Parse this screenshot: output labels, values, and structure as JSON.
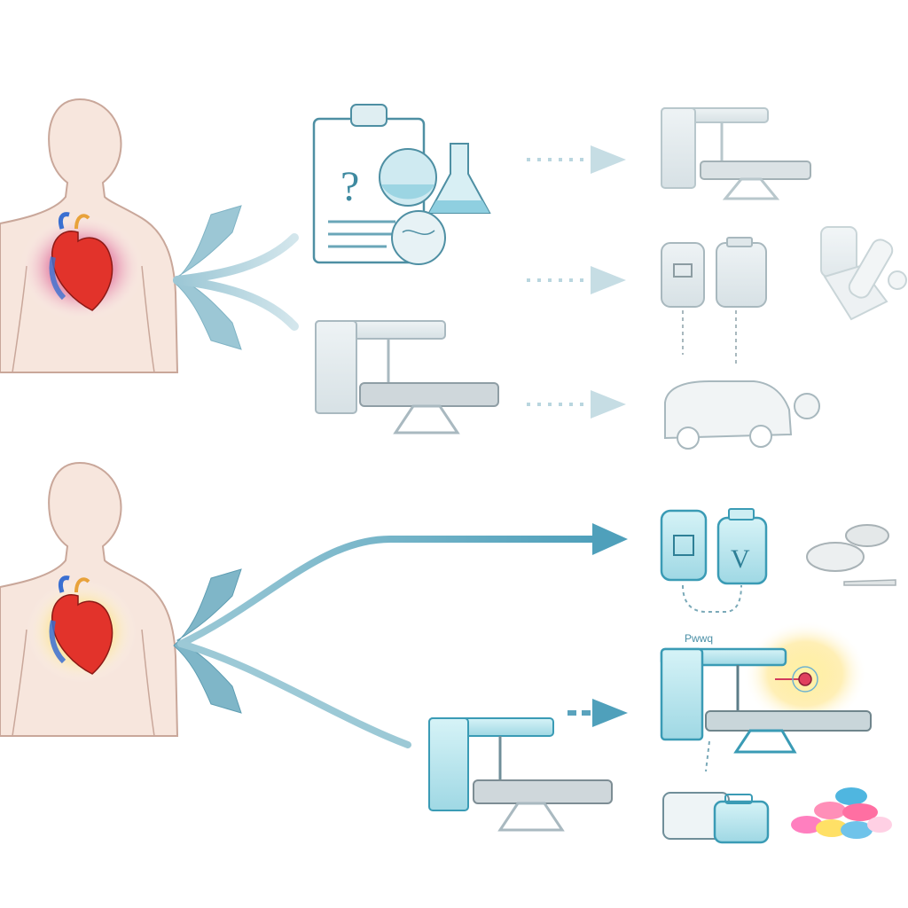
{
  "diagram": {
    "colors": {
      "skin": "#f7e6dd",
      "skin_outline": "#c9a79a",
      "heart_red": "#e2332b",
      "heart_blue": "#3a6fd1",
      "glow_red": "#e9463f",
      "glow_yellow": "#ffd84a",
      "arrow_faded": "#c6dde4",
      "arrow_solid": "#5aa3bd",
      "device_faded": "#dfe7ea",
      "device_faded_outline": "#b8c7cc",
      "device_active": "#bfe8ef",
      "device_active_outline": "#3a9bb5",
      "background": "#ffffff"
    },
    "rows": [
      {
        "id": "upper-pathway",
        "state": "faded",
        "patient": {
          "icon": "human-torso-icon",
          "glow": "red"
        },
        "branches": [
          {
            "icon": "clipboard-question-icon"
          },
          {
            "icon": "flask-icon"
          },
          {
            "icon": "scanner-table-icon"
          }
        ],
        "outcomes": [
          {
            "icon": "scanner-table-icon"
          },
          {
            "icon": "iv-bag-icon"
          },
          {
            "icon": "surgical-tools-icon"
          },
          {
            "icon": "ambulance-icon"
          }
        ]
      },
      {
        "id": "lower-pathway",
        "state": "active",
        "patient": {
          "icon": "human-torso-icon",
          "glow": "yellow"
        },
        "branches": [
          {
            "icon": "scanner-table-icon"
          }
        ],
        "outcomes": [
          {
            "icon": "iv-bag-icon"
          },
          {
            "icon": "pill-tablet-icon"
          },
          {
            "icon": "scanner-table-icon"
          },
          {
            "icon": "targeted-beam-icon"
          },
          {
            "icon": "medical-case-icon"
          },
          {
            "icon": "capsules-icon"
          }
        ]
      }
    ],
    "bag_labels": {
      "lower_second": "V"
    },
    "scan_tag": "Pwwq"
  }
}
